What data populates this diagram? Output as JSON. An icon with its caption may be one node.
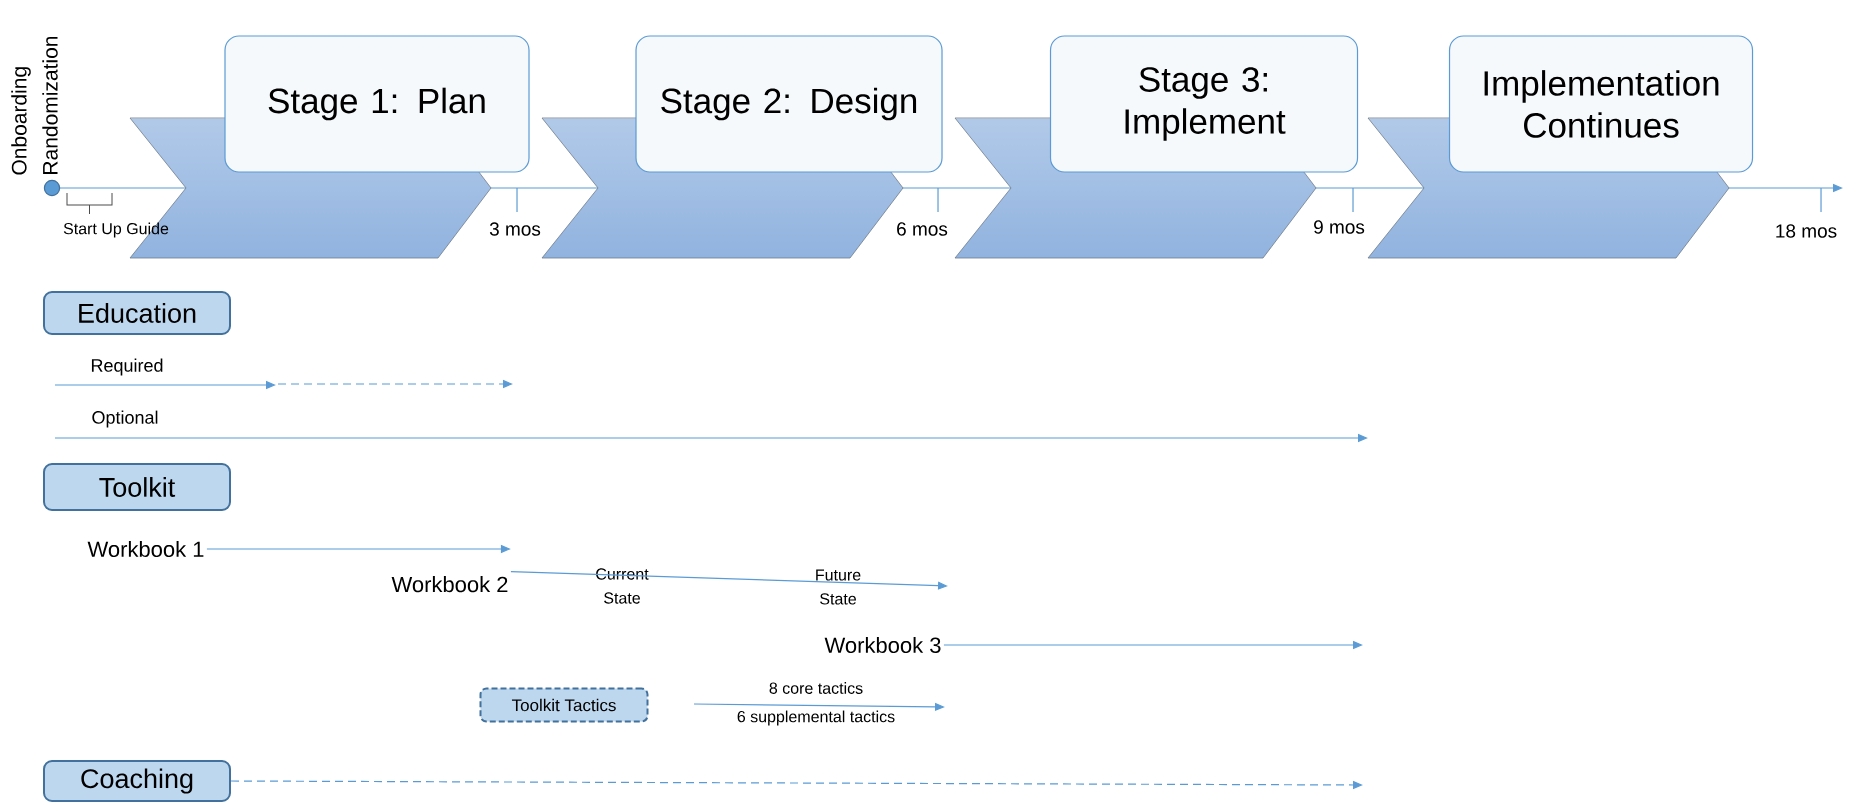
{
  "diagram": {
    "nodes": [
      {
        "text": [
          "Stage 1: Plan"
        ]
      },
      {
        "text": [
          "Stage 2: Design"
        ]
      },
      {
        "text": [
          "Stage 3: Implement"
        ]
      },
      {
        "text": [
          "Implementation Continues"
        ]
      },
      {
        "text": [
          "Education"
        ]
      },
      {
        "text": [
          "Toolkit"
        ]
      },
      {
        "text": [
          "Coaching"
        ]
      },
      {
        "text": [
          "Toolkit Tactics"
        ]
      },
      {
        "text": [
          "Workbook 1"
        ]
      },
      {
        "text": [
          "Workbook 2"
        ]
      },
      {
        "text": [
          "Workbook 3"
        ]
      }
    ],
    "edges": [
      {
        "from": 8,
        "to": 9,
        "arrow": "to"
      },
      {
        "from": 9,
        "to": null,
        "arrow": "to"
      },
      {
        "from": 10,
        "to": null,
        "arrow": "to"
      },
      {
        "from": 6,
        "to": null,
        "arrow": "to",
        "style": "dashed"
      }
    ],
    "labels": [
      "Onboarding",
      "Randomization",
      "Start Up Guide",
      "3 mos",
      "6 mos",
      "9 mos",
      "18 mos",
      "Required",
      "Optional",
      "Current State",
      "Future State",
      "8 core tactics",
      "6 supplemental tactics"
    ]
  }
}
